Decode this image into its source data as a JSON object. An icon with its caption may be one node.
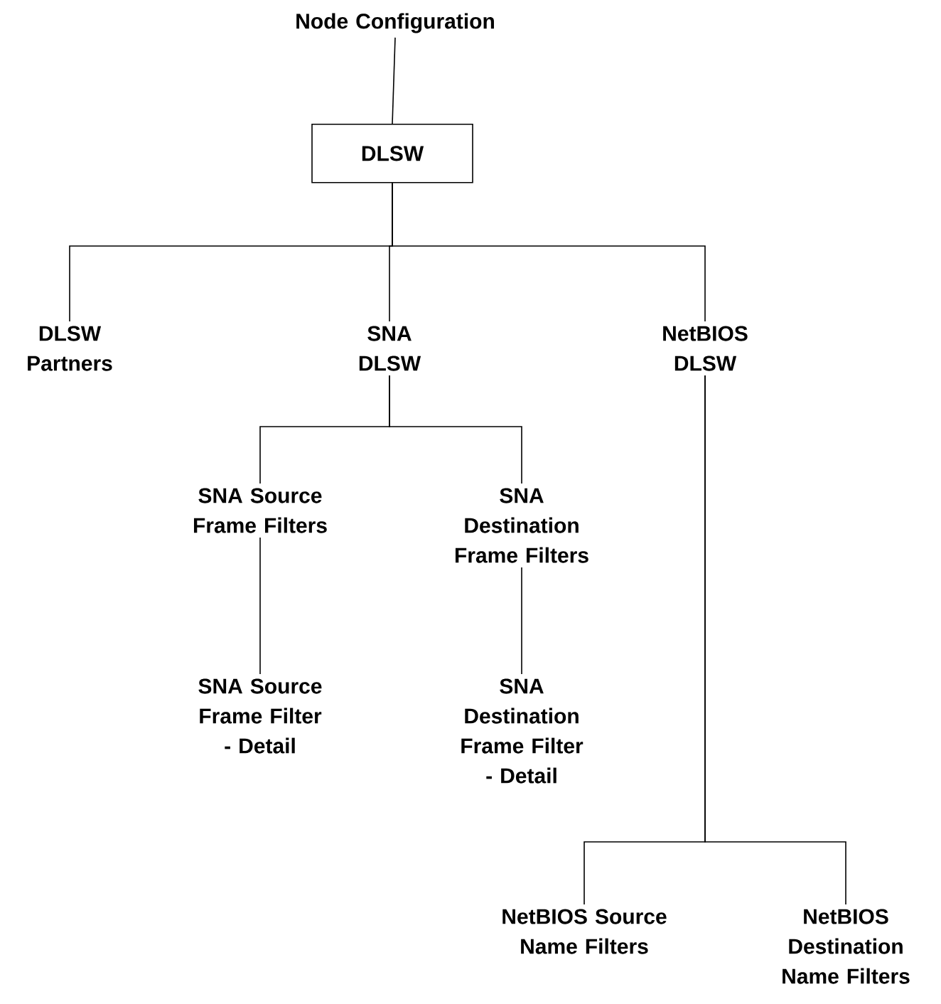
{
  "diagram": {
    "nodes": [
      {
        "text": [
          "Node Configuration"
        ]
      },
      {
        "text": [
          "DLSW"
        ]
      },
      {
        "text": [
          "DLSW Partners"
        ]
      },
      {
        "text": [
          "SNA DLSW"
        ]
      },
      {
        "text": [
          "NetBIOS DLSW"
        ]
      },
      {
        "text": [
          "SNA Source Frame Filters"
        ]
      },
      {
        "text": [
          "SNA Destination Frame Filters"
        ]
      },
      {
        "text": [
          "SNA Source Frame Filter - Detail"
        ]
      },
      {
        "text": [
          "SNA Destination Frame Filter - Detail"
        ]
      },
      {
        "text": [
          "NetBIOS Source Name Filters"
        ]
      },
      {
        "text": [
          "NetBIOS Destination Name Filters"
        ]
      }
    ],
    "edges": [
      {
        "from": 0,
        "to": 1,
        "arrow": "none"
      },
      {
        "from": 1,
        "to": 2,
        "arrow": "none"
      },
      {
        "from": 1,
        "to": 3,
        "arrow": "none"
      },
      {
        "from": 1,
        "to": 4,
        "arrow": "none"
      },
      {
        "from": 3,
        "to": 5,
        "arrow": "none"
      },
      {
        "from": 3,
        "to": 6,
        "arrow": "none"
      },
      {
        "from": 5,
        "to": 7,
        "arrow": "none"
      },
      {
        "from": 6,
        "to": 8,
        "arrow": "none"
      },
      {
        "from": 4,
        "to": 9,
        "arrow": "none"
      },
      {
        "from": 4,
        "to": 10,
        "arrow": "none"
      }
    ]
  }
}
